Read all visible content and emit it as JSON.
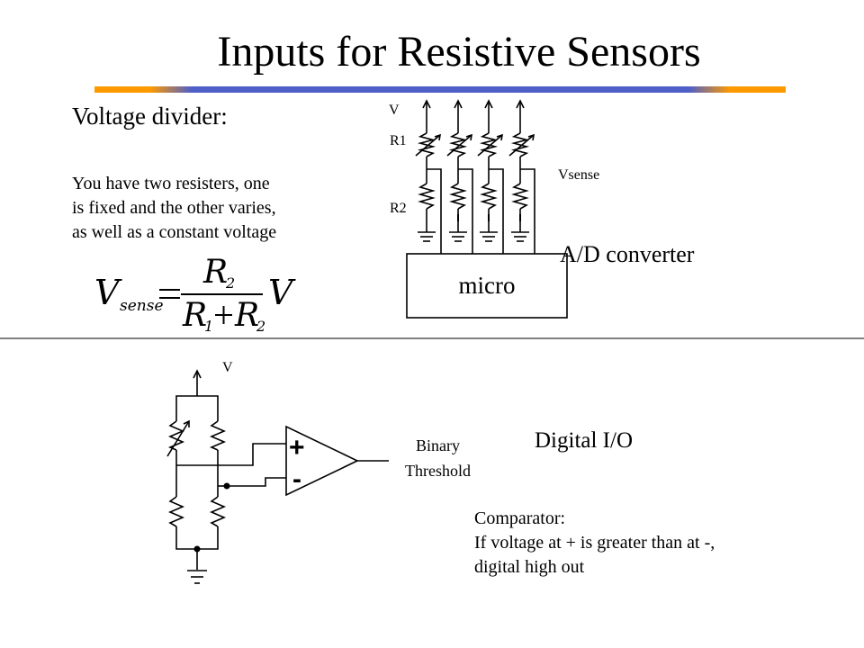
{
  "slide": {
    "title": "Inputs for Resistive Sensors"
  },
  "voltage_divider": {
    "heading": "Voltage divider:",
    "description": [
      "You have two resisters, one",
      "is fixed and the other varies,",
      "as well as a constant voltage"
    ],
    "formula": {
      "lhs_var": "V",
      "lhs_sub": "sense",
      "numerator_var": "R",
      "numerator_sub": "2",
      "denominator_var1": "R",
      "denominator_sub1": "1",
      "denominator_var2": "R",
      "denominator_sub2": "2",
      "rhs_var": "V"
    }
  },
  "divider_diagram": {
    "label_v": "V",
    "label_r1": "R1",
    "label_r2": "R2",
    "label_vsense": "Vsense",
    "label_converter": "A/D converter",
    "label_micro": "micro"
  },
  "comparator_diagram": {
    "label_v": "V",
    "plus": "+",
    "minus": "-",
    "output_label_line1": "Binary",
    "output_label_line2": "Threshold",
    "section_label": "Digital I/O"
  },
  "comparator_text": [
    "Comparator:",
    "If voltage at + is greater than at -,",
    "digital high out"
  ],
  "colors": {
    "accent_orange": "#ff9900",
    "accent_blue": "#4f5fc8"
  }
}
